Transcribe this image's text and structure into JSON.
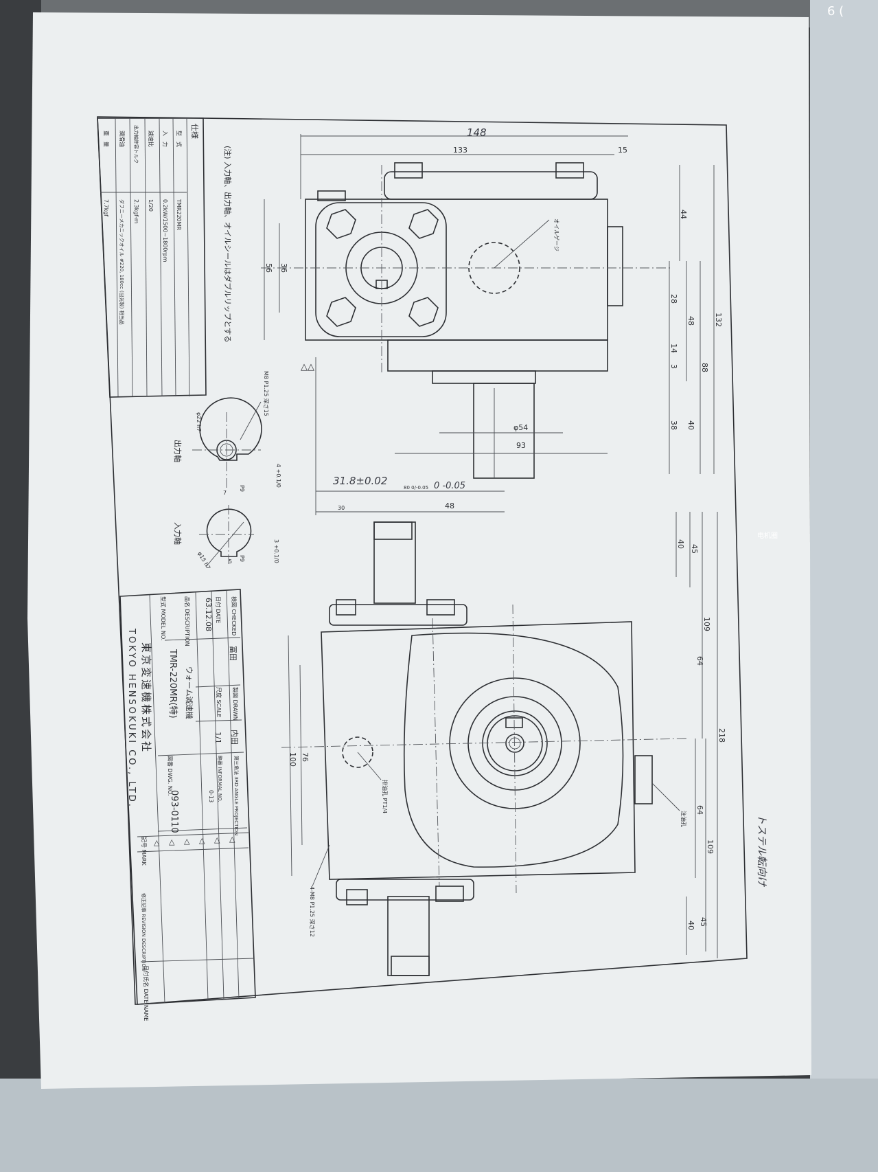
{
  "phone_status": {
    "text": "6 ("
  },
  "watermark": "电机圈",
  "spec_table": {
    "title": "仕様",
    "rows": [
      {
        "label": "型　式",
        "value": "TMR220MR"
      },
      {
        "label": "入　力",
        "value": "0.2kW/1500~1800rpm"
      },
      {
        "label": "減速比",
        "value": "1/20"
      },
      {
        "label": "出力軸許容トルク",
        "value": "2.3kgf-m"
      },
      {
        "label": "潤滑油",
        "value": "ダフニーメカニックオイル #220, 180cc (出光製) 相当品"
      },
      {
        "label": "重　量",
        "value": "7.7kgf"
      }
    ]
  },
  "note": "(注) 入力軸、出力軸、オイルシールはダブルリップとする",
  "top_view": {
    "dims": {
      "overall_hand": "148",
      "d133": "133",
      "d15": "15",
      "d44": "44",
      "d132": "132",
      "d28": "28",
      "d48": "48",
      "d88": "88",
      "d14": "14",
      "d3": "3",
      "d40": "40",
      "d38": "38",
      "d56": "56",
      "d36": "36",
      "phi54": "φ54",
      "d93": "93"
    },
    "oil_gauge": "オイルゲージ",
    "hand_dim": "31.8±0.02",
    "d80": "80 0/-0.05",
    "hand_tol": "0 -0.05",
    "d48b": "48",
    "d30": "30"
  },
  "shaft_details": {
    "output": {
      "label": "出力軸",
      "tap": "M8 P1.25 深さ15",
      "dia": "φ22 h7",
      "key_depth": "4 +0.1/0",
      "key_width": "7",
      "fit": "P9"
    },
    "input": {
      "label": "入力軸",
      "key_depth": "3 +0.1/0",
      "key_width": "5",
      "fit": "P9",
      "dia": "φ15 h7"
    }
  },
  "front_view": {
    "dims": {
      "d40a": "40",
      "d45a": "45",
      "d109a": "109",
      "d64a": "64",
      "d218": "218",
      "d64b": "64",
      "d109b": "109",
      "d45b": "45",
      "d40b": "40",
      "d100": "100",
      "d76": "76"
    },
    "drain": "排油孔 PT1/4",
    "fill": "注油孔",
    "mount": "4-M8 P1.25 深さ12"
  },
  "handwritten_note": "トステル転向け",
  "title_block": {
    "checked_label": "検図 CHECKED",
    "checked": "冨田",
    "drawn_label": "製図 DRAWN",
    "drawn": "内田",
    "date_label": "日付 DATE",
    "date": "63.12.08",
    "scale_label": "尺度 SCALE",
    "scale": "1/1",
    "projection": "第三角法 3RD ANGLE PROJECTION",
    "informal_label": "略番 INFORMAL NO.",
    "informal": "0-13",
    "description_label": "品名 DESCRIPTION",
    "description": "ウォーム減速機",
    "model_label": "型式 MODEL NO.",
    "model": "TMR-220MR(特)",
    "dwg_label": "図番 DWG. NO.",
    "dwg": "093-0110",
    "company_jp": "東京変速機株式会社",
    "company_en": "TOKYO HENSOKUKI CO., LTD.",
    "revision": {
      "mark_label": "記号 MARK",
      "desc_label": "修正記事 REVISION DESCRIPTION",
      "date_label": "日付氏名 DATE NAME",
      "marks": [
        "△",
        "△",
        "△",
        "△",
        "△",
        "△"
      ]
    }
  }
}
